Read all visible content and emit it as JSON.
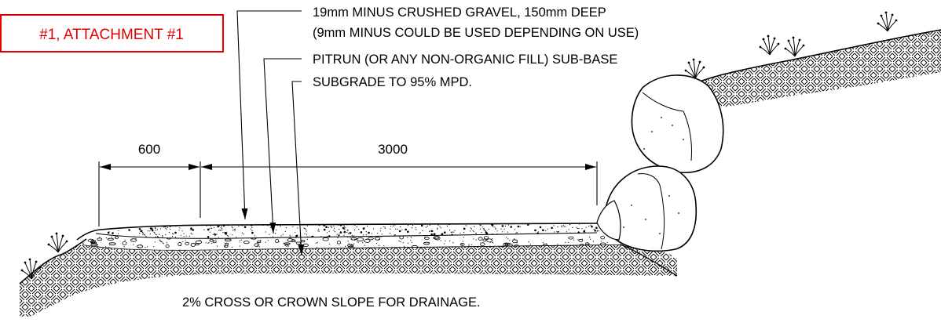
{
  "title_box": {
    "label": "#1, ATTACHMENT #1",
    "color": "#e00000"
  },
  "callouts": {
    "gravel_line1": "19mm MINUS CRUSHED GRAVEL, 150mm DEEP",
    "gravel_line2": "(9mm MINUS COULD BE USED DEPENDING ON USE)",
    "pitrun": "PITRUN (OR ANY NON-ORGANIC FILL) SUB-BASE",
    "subgrade": "SUBGRADE TO 95% MPD."
  },
  "dimensions": {
    "shoulder": "600",
    "road_width": "3000"
  },
  "note": "2% CROSS OR CROWN SLOPE FOR DRAINAGE.",
  "colors": {
    "ink": "#000000",
    "background": "#ffffff"
  }
}
